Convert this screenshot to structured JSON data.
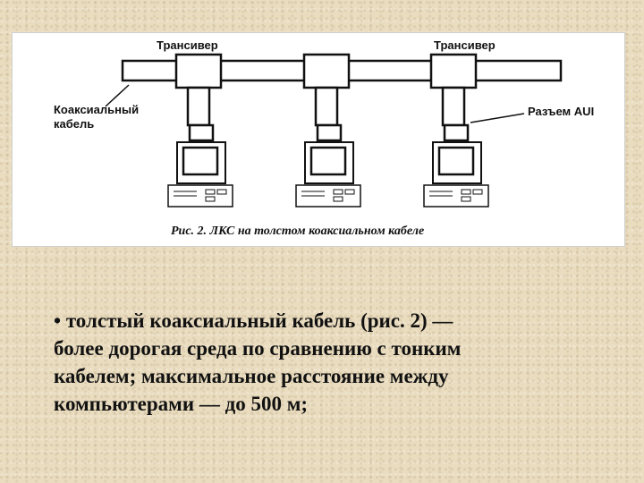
{
  "diagram": {
    "labels": {
      "transceiver_left": "Трансивер",
      "transceiver_right": "Трансивер",
      "coax_line1": "Коаксиальный",
      "coax_line2": "кабель",
      "aui": "Разъем AUI"
    },
    "caption": "Рис. 2. ЛКС на толстом коаксиальном кабеле"
  },
  "bullet": {
    "marker": "•",
    "lines": [
      "толстый коаксиальный кабель (рис. 2) —",
      "более дорогая среда по сравнению с тонким",
      "кабелем; максимальное расстояние между",
      "компьютерами — до 500 м;"
    ]
  }
}
